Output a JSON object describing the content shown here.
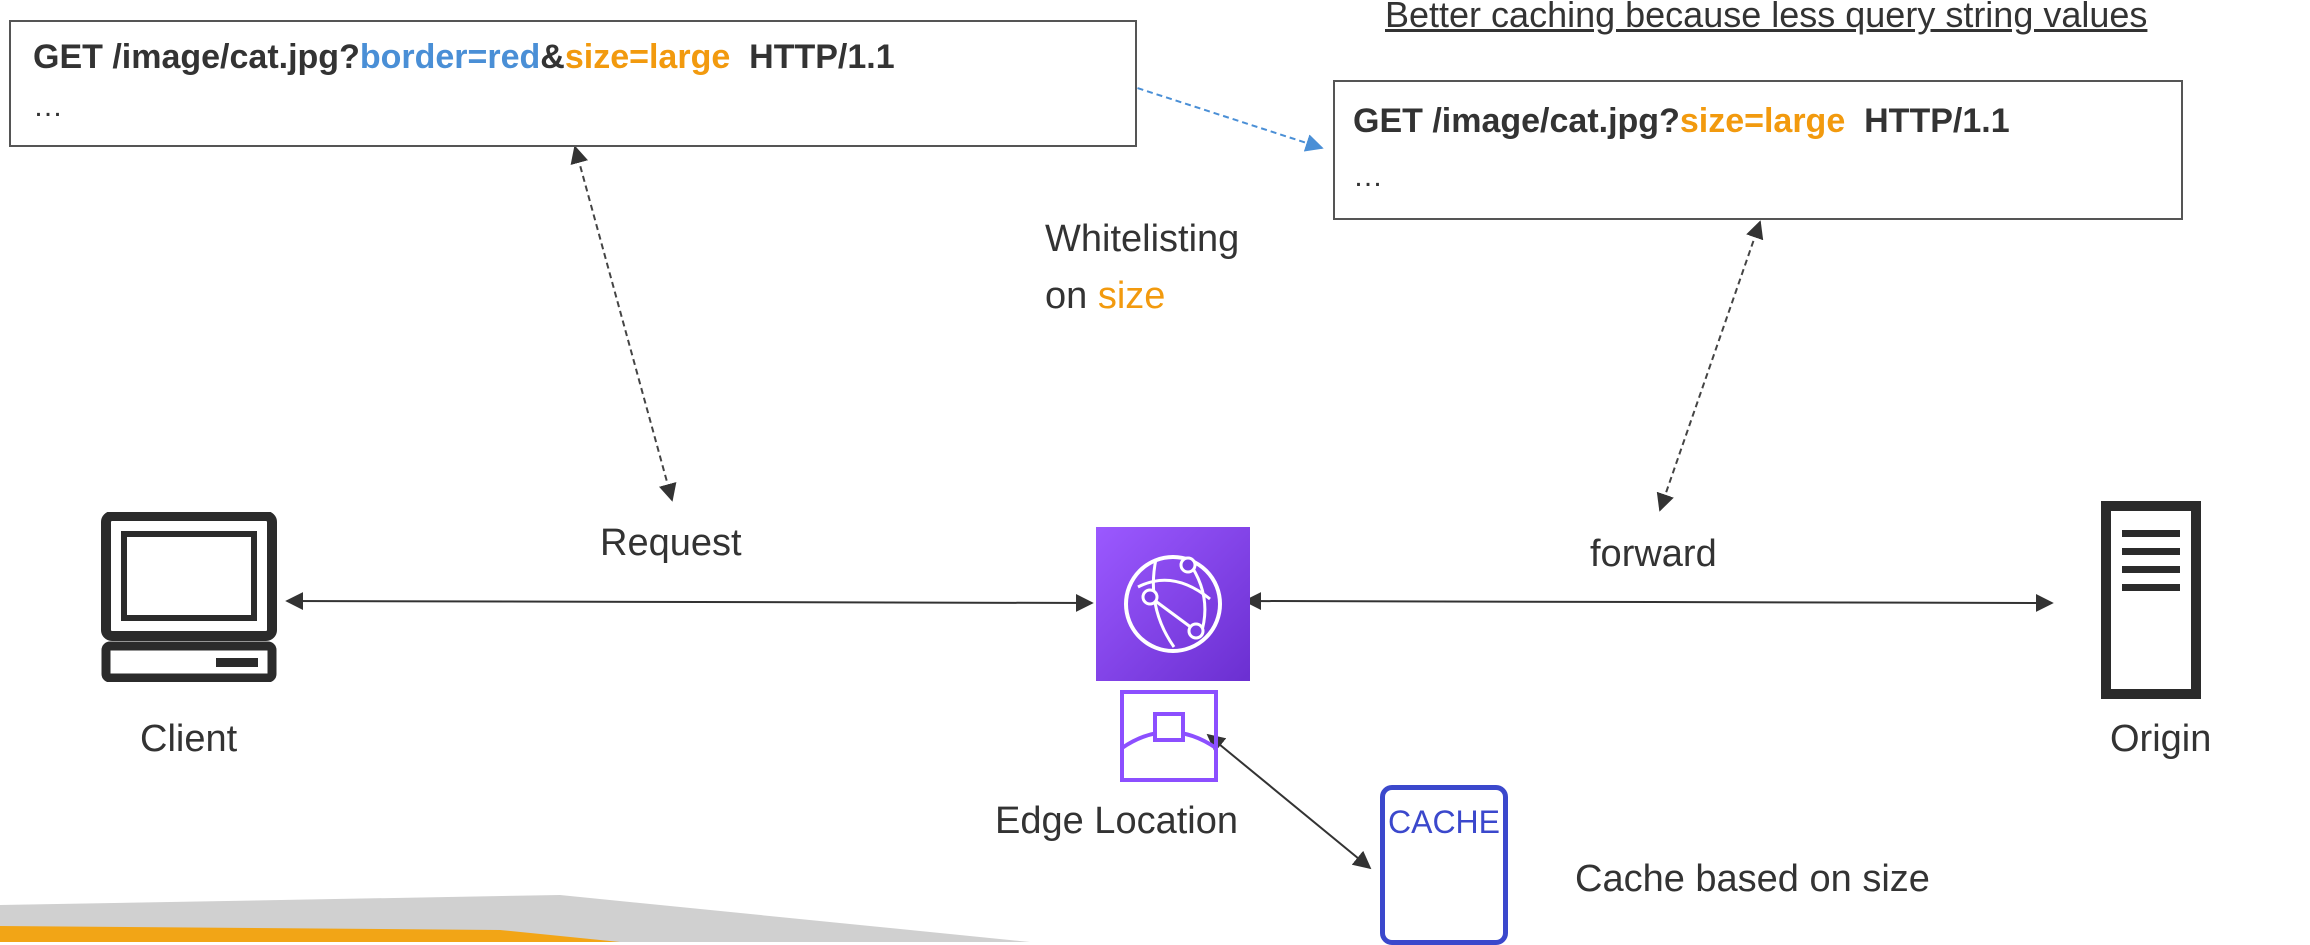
{
  "note": "Better caching because less query string values",
  "request_box": {
    "method_path": "GET /image/cat.jpg?",
    "param1": "border=red",
    "amp": "&",
    "param2": "size=large",
    "protocol": "  HTTP/1.1",
    "ellipsis": "…"
  },
  "forward_box": {
    "method_path": "GET /image/cat.jpg?",
    "param": "size=large",
    "protocol": "  HTTP/1.1",
    "ellipsis": "…"
  },
  "whitelist": {
    "line1": "Whitelisting",
    "prefix": "on ",
    "keyword": "size"
  },
  "labels": {
    "request": "Request",
    "forward": "forward",
    "client": "Client",
    "origin": "Origin",
    "edge_location": "Edge Location",
    "cache_badge": "CACHE",
    "cache_caption": "Cache based on size"
  },
  "colors": {
    "blue_param": "#4a8fd6",
    "orange_param": "#f29a0e",
    "cloudfront_purple": "#7b3fe4",
    "cache_border": "#3b48cc",
    "edge_icon": "#8c4fff"
  },
  "icons": [
    "laptop-icon",
    "cloudfront-icon",
    "edge-location-icon",
    "server-icon",
    "cache-icon"
  ]
}
